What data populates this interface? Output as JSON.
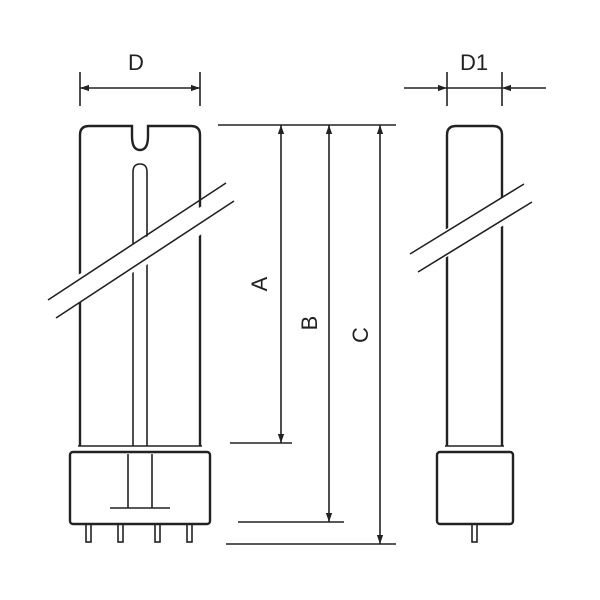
{
  "labels": {
    "d": "D",
    "d1": "D1",
    "a": "A",
    "b": "B",
    "c": "C"
  },
  "colors": {
    "stroke": "#222222",
    "background": "#ffffff"
  }
}
